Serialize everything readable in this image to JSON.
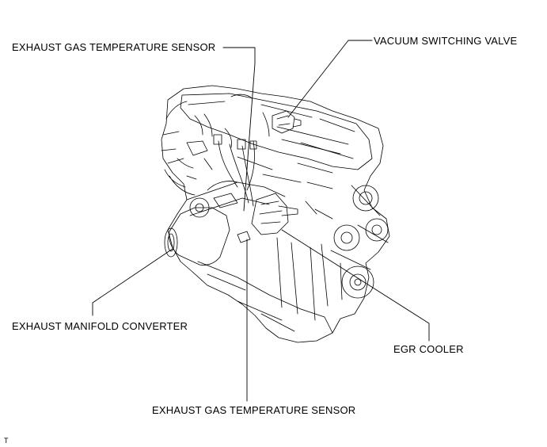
{
  "labels": {
    "exhaust_gas_temp_sensor_top": "EXHAUST GAS TEMPERATURE SENSOR",
    "vacuum_switching_valve": "VACUUM SWITCHING VALVE",
    "exhaust_manifold_converter": "EXHAUST MANIFOLD CONVERTER",
    "egr_cooler": "EGR COOLER",
    "exhaust_gas_temp_sensor_bottom": "EXHAUST GAS TEMPERATURE SENSOR",
    "figure_code": "T"
  }
}
